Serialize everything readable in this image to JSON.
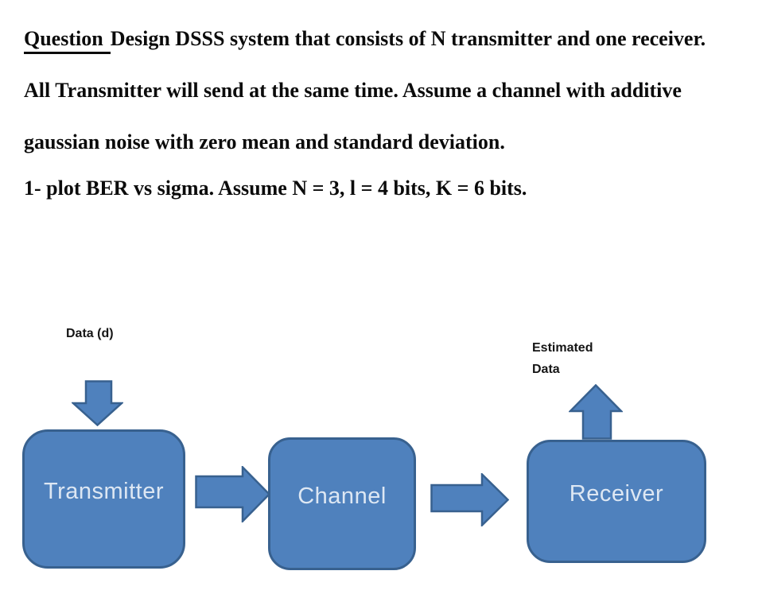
{
  "question": {
    "underlined": "Question",
    "line1_rest": "Design DSSS system that consists of N transmitter and one receiver.",
    "line2": "All Transmitter will send at the same time. Assume a channel with additive",
    "line3": "gaussian noise with zero mean and standard deviation.",
    "item1": "1- plot BER vs sigma. Assume N = 3, l = 4 bits, K = 6 bits."
  },
  "diagram": {
    "input_label": "Data (d)",
    "output_label_line1": "Estimated",
    "output_label_line2": "Data",
    "blocks": [
      {
        "label": "Transmitter"
      },
      {
        "label": "Channel"
      },
      {
        "label": "Receiver"
      }
    ],
    "colors": {
      "block_fill": "#4f81bd",
      "block_border": "#38618f",
      "block_text": "#dde7f3"
    }
  }
}
